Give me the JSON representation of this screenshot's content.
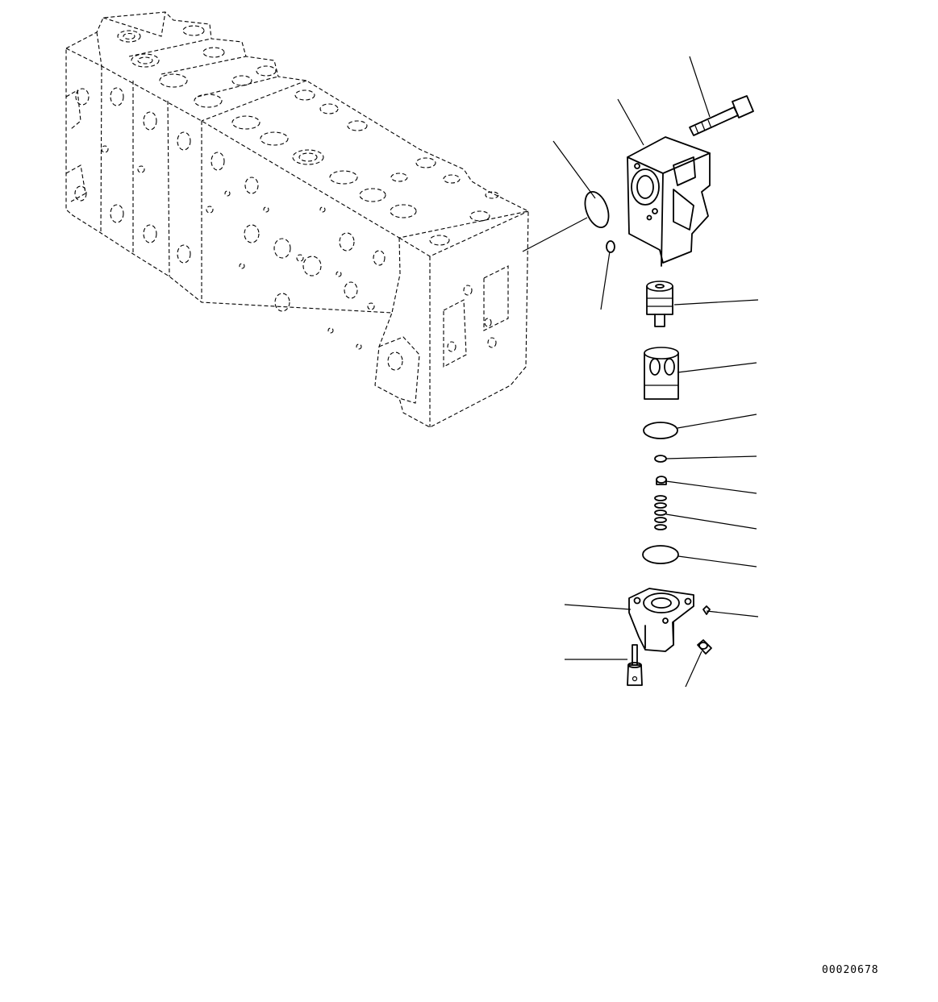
{
  "figure": {
    "reference_number": "00020678"
  },
  "parts": [
    {
      "name": "control-valve-body",
      "icon": "valve-block-icon"
    },
    {
      "name": "mounting-bolt",
      "icon": "bolt-icon"
    },
    {
      "name": "valve-housing",
      "icon": "housing-icon"
    },
    {
      "name": "o-ring-large",
      "icon": "o-ring-icon"
    },
    {
      "name": "small-o-ring",
      "icon": "o-ring-icon"
    },
    {
      "name": "spool",
      "icon": "spool-icon"
    },
    {
      "name": "sleeve",
      "icon": "sleeve-icon"
    },
    {
      "name": "o-ring",
      "icon": "o-ring-icon"
    },
    {
      "name": "backup-ring",
      "icon": "ring-icon"
    },
    {
      "name": "seat",
      "icon": "seat-icon"
    },
    {
      "name": "spring",
      "icon": "spring-icon"
    },
    {
      "name": "o-ring-cap",
      "icon": "o-ring-icon"
    },
    {
      "name": "cap",
      "icon": "cap-icon"
    },
    {
      "name": "pin",
      "icon": "pin-icon"
    },
    {
      "name": "cap-bolt",
      "icon": "bolt-icon"
    },
    {
      "name": "plug",
      "icon": "plug-icon"
    }
  ]
}
